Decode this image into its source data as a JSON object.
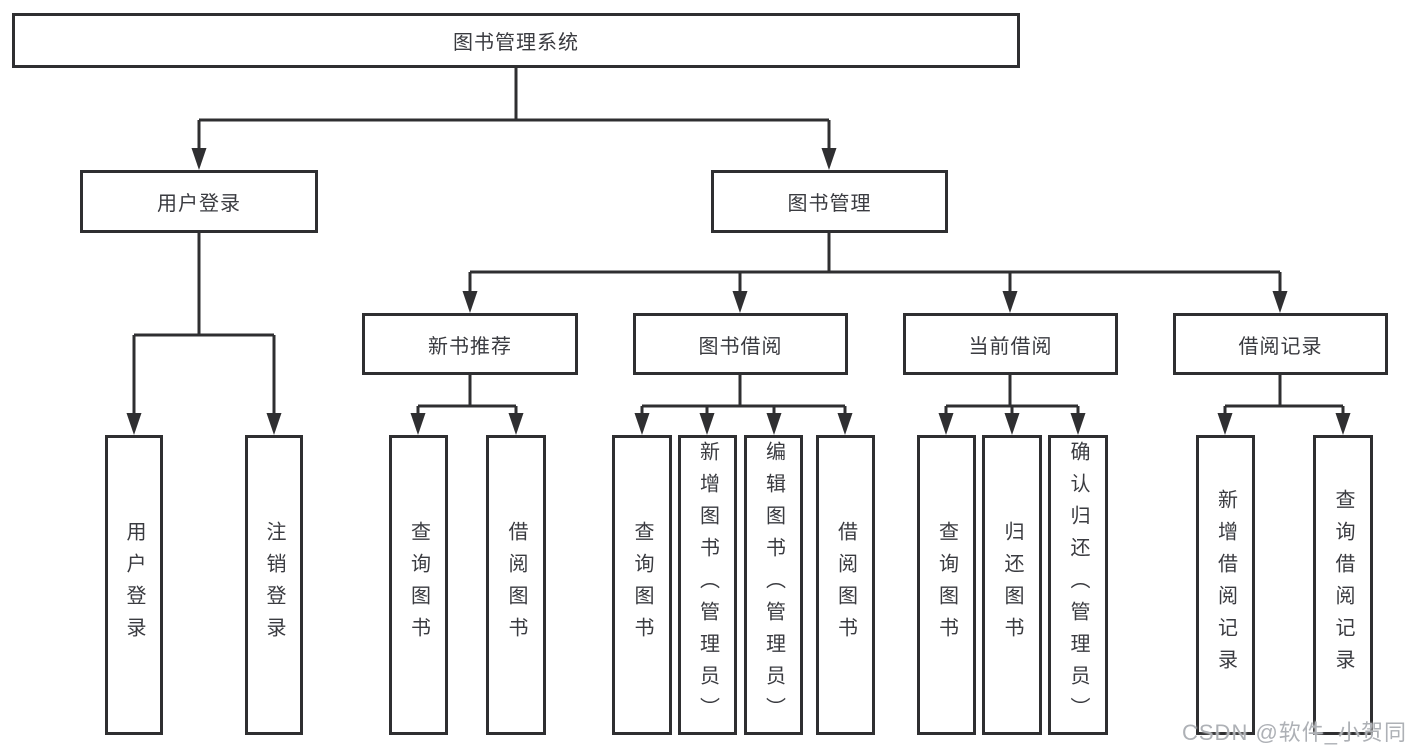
{
  "watermark": "CSDN @软件_小贺同学",
  "colors": {
    "line": "#2f2f31",
    "box_border": "#2f2f31",
    "text": "#3a3b40",
    "watermark_text": "#aeb1b6",
    "background": "#ffffff"
  },
  "diagram_type": "hierarchy-tree",
  "tree": {
    "label": "图书管理系统",
    "children": [
      {
        "label": "用户登录",
        "children": [
          {
            "label": "用户登录"
          },
          {
            "label": "注销登录"
          }
        ]
      },
      {
        "label": "图书管理",
        "children": [
          {
            "label": "新书推荐",
            "children": [
              {
                "label": "查询图书"
              },
              {
                "label": "借阅图书"
              }
            ]
          },
          {
            "label": "图书借阅",
            "children": [
              {
                "label": "查询图书"
              },
              {
                "label": "新增图书（管理员）"
              },
              {
                "label": "编辑图书（管理员）"
              },
              {
                "label": "借阅图书"
              }
            ]
          },
          {
            "label": "当前借阅",
            "children": [
              {
                "label": "查询图书"
              },
              {
                "label": "归还图书"
              },
              {
                "label": "确认归还（管理员）"
              }
            ]
          },
          {
            "label": "借阅记录",
            "children": [
              {
                "label": "新增借阅记录"
              },
              {
                "label": "查询借阅记录"
              }
            ]
          }
        ]
      }
    ]
  }
}
